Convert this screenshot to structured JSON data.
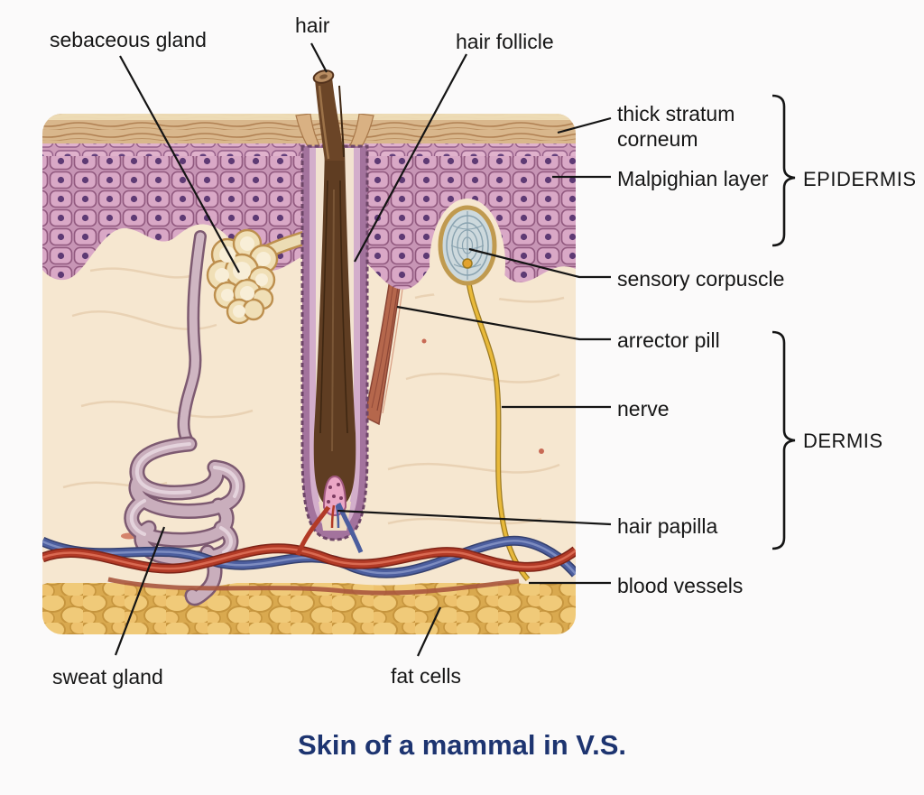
{
  "figure": {
    "title": "Skin of a mammal in V.S.",
    "callouts": {
      "sebaceous_gland": "sebaceous gland",
      "hair": "hair",
      "hair_follicle": "hair follicle",
      "thick_stratum_corneum": "thick stratum corneum",
      "malpighian_layer": "Malpighian layer",
      "sensory_corpuscle": "sensory corpuscle",
      "arrector_pili": "arrector pill",
      "nerve": "nerve",
      "hair_papilla": "hair papilla",
      "blood_vessels": "blood vessels",
      "sweat_gland": "sweat gland",
      "fat_cells": "fat cells"
    },
    "layer_groups": {
      "epidermis": "EPIDERMIS",
      "dermis": "DERMIS"
    },
    "colors": {
      "title_text": "#1d3470",
      "label_text": "#161616",
      "stratum_corneum": "#d9b78c",
      "malpighian_cells": "#d9a8c6",
      "dermis_tissue": "#f6e7d0",
      "hair_shaft": "#6b4527",
      "follicle_sheath": "#a3739d",
      "sebaceous_gland": "#f0dfb6",
      "sweat_gland": "#c9aebc",
      "sensory_corpuscle": "#cdd9dd",
      "arrector_muscle": "#b5674c",
      "nerve": "#e8b93a",
      "artery": "#b23a26",
      "vein": "#4c5e9e",
      "fat_cells": "#f0ca79"
    }
  }
}
